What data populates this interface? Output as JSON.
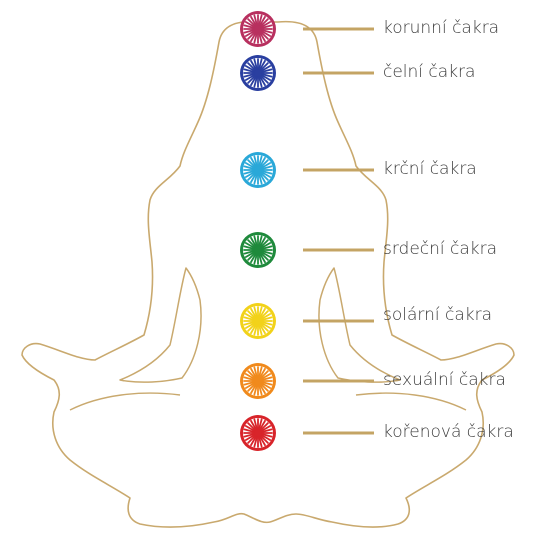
{
  "diagram": {
    "colors": {
      "outline": "#c9a96e",
      "connector": "#c4a464",
      "label_text": "#3a3a3a"
    },
    "chakras": [
      {
        "label": "korunní čakra",
        "color": "#b8305f",
        "icon": "crown-chakra-wheel-icon"
      },
      {
        "label": "čelní čakra",
        "color": "#2a3fa0",
        "icon": "third-eye-chakra-wheel-icon"
      },
      {
        "label": "krční čakra",
        "color": "#2aa8d8",
        "icon": "throat-chakra-wheel-icon"
      },
      {
        "label": "srdeční čakra",
        "color": "#1f8a3c",
        "icon": "heart-chakra-wheel-icon"
      },
      {
        "label": "solární čakra",
        "color": "#f2d21a",
        "icon": "solar-plexus-chakra-wheel-icon"
      },
      {
        "label": "sexuální čakra",
        "color": "#f08a1c",
        "icon": "sacral-chakra-wheel-icon"
      },
      {
        "label": "kořenová čakra",
        "color": "#d8242a",
        "icon": "root-chakra-wheel-icon"
      }
    ]
  }
}
